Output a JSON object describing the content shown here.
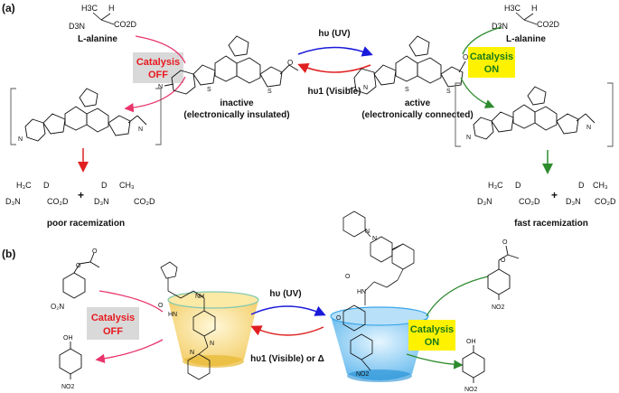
{
  "panel_a": {
    "label": "(a)",
    "substrate": {
      "formula_top": "H3C",
      "formula_h": "H",
      "formula_bottom": "D3N",
      "formula_co2d": "CO2D",
      "name": "L-alanine"
    },
    "substrate_right": {
      "formula_top": "H3C",
      "formula_h": "H",
      "formula_bottom": "D3N",
      "formula_co2d": "CO2D",
      "name": "L-alanine"
    },
    "catalysis_off": {
      "line1": "Catalysis",
      "line2": "OFF"
    },
    "catalysis_on": {
      "line1": "Catalysis",
      "line2": "ON"
    },
    "forward": "hυ (UV)",
    "reverse": "hυ1 (Visible)",
    "inactive": {
      "line1": "inactive",
      "line2": "(electronically insulated)"
    },
    "active": {
      "line1": "active",
      "line2": "(electronically connected)"
    },
    "left_outcome": "poor racemization",
    "right_outcome": "fast racemization",
    "plus": "+"
  },
  "panel_b": {
    "label": "(b)",
    "catalysis_off": {
      "line1": "Catalysis",
      "line2": "OFF"
    },
    "catalysis_on": {
      "line1": "Catalysis",
      "line2": "ON"
    },
    "forward": "hυ (UV)",
    "reverse": "hυ1 (Visible) or Δ",
    "no2": "NO2",
    "oh": "OH"
  },
  "colors": {
    "off_red": "#e8191f",
    "on_label": "#1a7a1a",
    "arrow_pink": "#e8356b",
    "arrow_blue": "#1a1adb",
    "arrow_red": "#e02020",
    "arrow_green": "#2e8b2e",
    "off_box": "#d9d9d9",
    "on_box": "#fff200",
    "cone_yellow": "#f5d060",
    "cone_blue": "#5bb8f0"
  }
}
